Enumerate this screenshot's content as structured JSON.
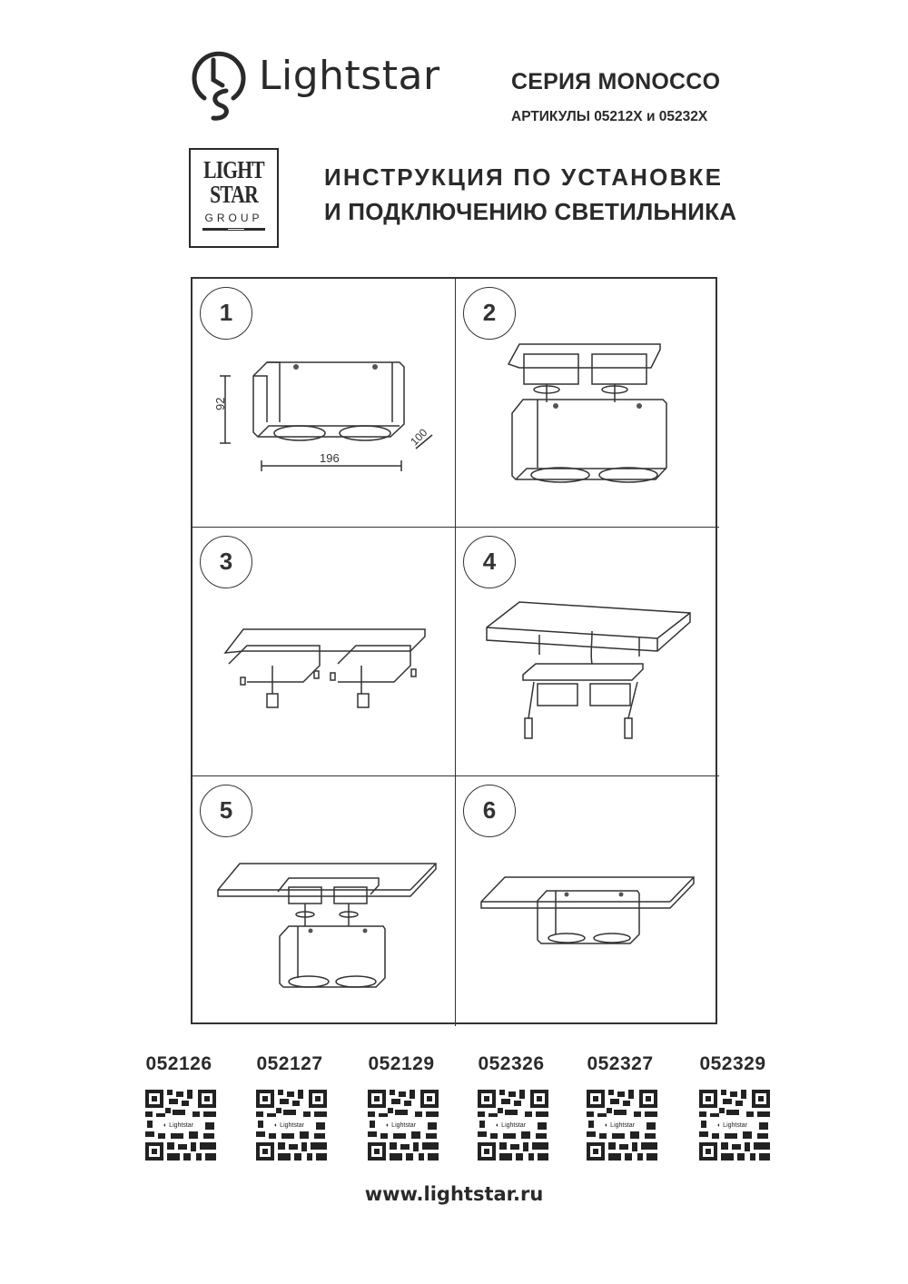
{
  "header": {
    "brand": "Lightstar",
    "series": "СЕРИЯ MONOCCO",
    "articles": "АРТИКУЛЫ 05212X и 05232X",
    "group_logo": {
      "line1": "LIGHT",
      "line2": "STAR",
      "line3": "GROUP"
    },
    "title_line1": "ИНСТРУКЦИЯ ПО УСТАНОВКЕ",
    "title_line2": "И ПОДКЛЮЧЕНИЮ СВЕТИЛЬНИКА"
  },
  "steps": [
    {
      "number": "1",
      "dimensions": {
        "height": "92",
        "width": "196",
        "depth": "100"
      }
    },
    {
      "number": "2"
    },
    {
      "number": "3"
    },
    {
      "number": "4"
    },
    {
      "number": "5"
    },
    {
      "number": "6"
    }
  ],
  "qr_codes": [
    {
      "article": "052126",
      "qr_label": "Lightstar"
    },
    {
      "article": "052127",
      "qr_label": "Lightstar"
    },
    {
      "article": "052129",
      "qr_label": "Lightstar"
    },
    {
      "article": "052326",
      "qr_label": "Lightstar"
    },
    {
      "article": "052327",
      "qr_label": "Lightstar"
    },
    {
      "article": "052329",
      "qr_label": "Lightstar"
    }
  ],
  "footer": {
    "website": "www.lightstar.ru"
  }
}
